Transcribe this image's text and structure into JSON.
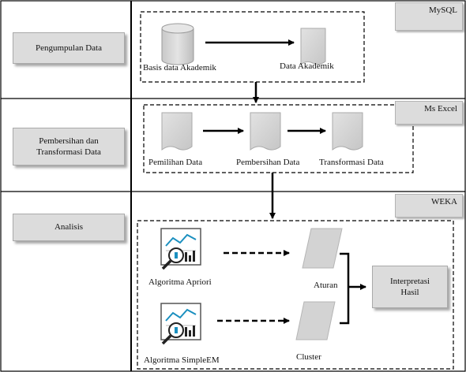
{
  "stages": [
    {
      "label": "Pengumpulan Data",
      "tool": "MySQL"
    },
    {
      "label": "Pembersihan dan\nTransformasi Data",
      "tool": "Ms Excel"
    },
    {
      "label": "Analisis",
      "tool": "WEKA"
    }
  ],
  "collection": {
    "source_label": "Basis data Akademik",
    "output_label": "Data Akademik"
  },
  "cleaning": {
    "steps": [
      "Pemilihan Data",
      "Pembersihan Data",
      "Transformasi Data"
    ]
  },
  "analysis": {
    "apriori_label": "Algoritma Apriori",
    "simpleem_label": "Algoritma SimpleEM",
    "rules_label": "Aturan",
    "cluster_label": "Cluster",
    "interpretation_label": "Interpretasi\nHasil"
  },
  "colors": {
    "shape_fill": "#d3d3d3",
    "icon_accent": "#1a8fbf"
  }
}
